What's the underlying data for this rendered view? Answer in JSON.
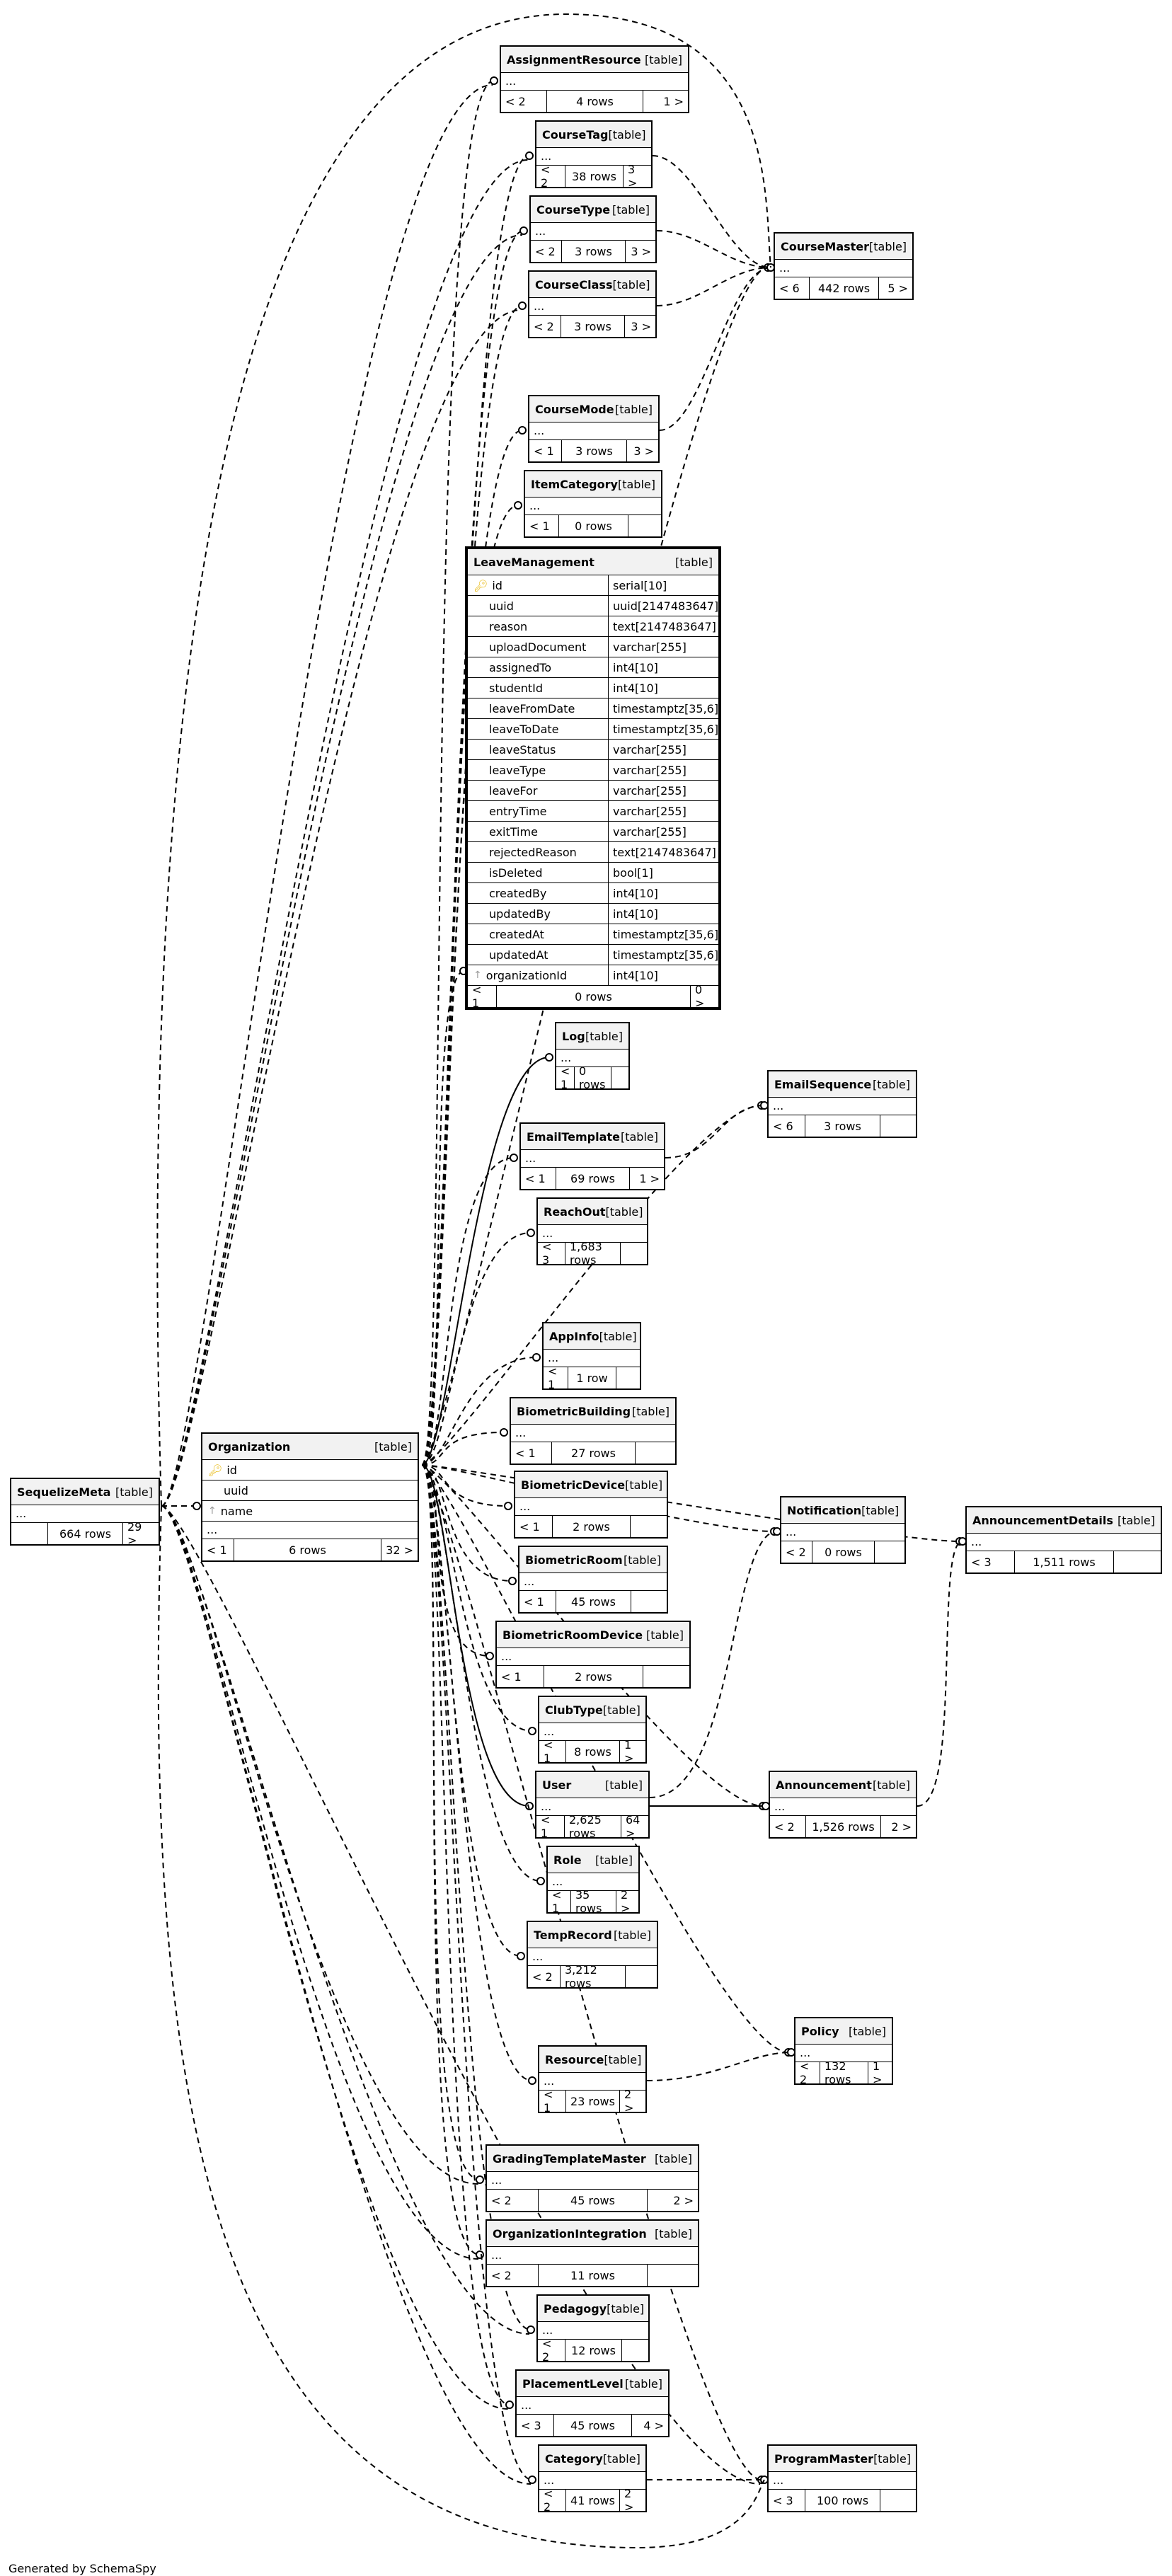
{
  "footer_text": "Generated by SchemaSpy",
  "tables": {
    "AssignmentResource": {
      "name": "AssignmentResource",
      "type": "[table]",
      "dots": "...",
      "left": "< 2",
      "rows": "4 rows",
      "right": "1 >"
    },
    "CourseTag": {
      "name": "CourseTag",
      "type": "[table]",
      "dots": "...",
      "left": "< 2",
      "rows": "38 rows",
      "right": "3 >"
    },
    "CourseType": {
      "name": "CourseType",
      "type": "[table]",
      "dots": "...",
      "left": "< 2",
      "rows": "3 rows",
      "right": "3 >"
    },
    "CourseClass": {
      "name": "CourseClass",
      "type": "[table]",
      "dots": "...",
      "left": "< 2",
      "rows": "3 rows",
      "right": "3 >"
    },
    "CourseMaster": {
      "name": "CourseMaster",
      "type": "[table]",
      "dots": "...",
      "left": "< 6",
      "rows": "442 rows",
      "right": "5 >"
    },
    "CourseMode": {
      "name": "CourseMode",
      "type": "[table]",
      "dots": "...",
      "left": "< 1",
      "rows": "3 rows",
      "right": "3 >"
    },
    "ItemCategory": {
      "name": "ItemCategory",
      "type": "[table]",
      "dots": "...",
      "left": "< 1",
      "rows": "0 rows",
      "right": ""
    },
    "Log": {
      "name": "Log",
      "type": "[table]",
      "dots": "...",
      "left": "< 1",
      "rows": "0 rows",
      "right": ""
    },
    "EmailSequence": {
      "name": "EmailSequence",
      "type": "[table]",
      "dots": "...",
      "left": "< 6",
      "rows": "3 rows",
      "right": ""
    },
    "EmailTemplate": {
      "name": "EmailTemplate",
      "type": "[table]",
      "dots": "...",
      "left": "< 1",
      "rows": "69 rows",
      "right": "1 >"
    },
    "ReachOut": {
      "name": "ReachOut",
      "type": "[table]",
      "dots": "...",
      "left": "< 3",
      "rows": "1,683 rows",
      "right": ""
    },
    "AppInfo": {
      "name": "AppInfo",
      "type": "[table]",
      "dots": "...",
      "left": "< 1",
      "rows": "1 row",
      "right": ""
    },
    "BiometricBuilding": {
      "name": "BiometricBuilding",
      "type": "[table]",
      "dots": "...",
      "left": "< 1",
      "rows": "27 rows",
      "right": ""
    },
    "BiometricDevice": {
      "name": "BiometricDevice",
      "type": "[table]",
      "dots": "...",
      "left": "< 1",
      "rows": "2 rows",
      "right": ""
    },
    "BiometricRoom": {
      "name": "BiometricRoom",
      "type": "[table]",
      "dots": "...",
      "left": "< 1",
      "rows": "45 rows",
      "right": ""
    },
    "BiometricRoomDevice": {
      "name": "BiometricRoomDevice",
      "type": "[table]",
      "dots": "...",
      "left": "< 1",
      "rows": "2 rows",
      "right": ""
    },
    "ClubType": {
      "name": "ClubType",
      "type": "[table]",
      "dots": "...",
      "left": "< 1",
      "rows": "8 rows",
      "right": "1 >"
    },
    "User": {
      "name": "User",
      "type": "[table]",
      "dots": "...",
      "left": "< 1",
      "rows": "2,625 rows",
      "right": "64 >"
    },
    "Role": {
      "name": "Role",
      "type": "[table]",
      "dots": "...",
      "left": "< 1",
      "rows": "35 rows",
      "right": "2 >"
    },
    "TempRecord": {
      "name": "TempRecord",
      "type": "[table]",
      "dots": "...",
      "left": "< 2",
      "rows": "3,212 rows",
      "right": ""
    },
    "Resource": {
      "name": "Resource",
      "type": "[table]",
      "dots": "...",
      "left": "< 1",
      "rows": "23 rows",
      "right": "2 >"
    },
    "Policy": {
      "name": "Policy",
      "type": "[table]",
      "dots": "...",
      "left": "< 2",
      "rows": "132 rows",
      "right": "1 >"
    },
    "GradingTemplateMaster": {
      "name": "GradingTemplateMaster",
      "type": "[table]",
      "dots": "...",
      "left": "< 2",
      "rows": "45 rows",
      "right": "2 >"
    },
    "OrganizationIntegration": {
      "name": "OrganizationIntegration",
      "type": "[table]",
      "dots": "...",
      "left": "< 2",
      "rows": "11 rows",
      "right": ""
    },
    "Pedagogy": {
      "name": "Pedagogy",
      "type": "[table]",
      "dots": "...",
      "left": "< 2",
      "rows": "12 rows",
      "right": ""
    },
    "PlacementLevel": {
      "name": "PlacementLevel",
      "type": "[table]",
      "dots": "...",
      "left": "< 3",
      "rows": "45 rows",
      "right": "4 >"
    },
    "Category": {
      "name": "Category",
      "type": "[table]",
      "dots": "...",
      "left": "< 2",
      "rows": "41 rows",
      "right": "2 >"
    },
    "ProgramMaster": {
      "name": "ProgramMaster",
      "type": "[table]",
      "dots": "...",
      "left": "< 3",
      "rows": "100 rows",
      "right": ""
    },
    "Notification": {
      "name": "Notification",
      "type": "[table]",
      "dots": "...",
      "left": "< 2",
      "rows": "0 rows",
      "right": ""
    },
    "Announcement": {
      "name": "Announcement",
      "type": "[table]",
      "dots": "...",
      "left": "< 2",
      "rows": "1,526 rows",
      "right": "2 >"
    },
    "AnnouncementDetails": {
      "name": "AnnouncementDetails",
      "type": "[table]",
      "dots": "...",
      "left": "< 3",
      "rows": "1,511 rows",
      "right": ""
    },
    "SequelizeMeta": {
      "name": "SequelizeMeta",
      "type": "[table]",
      "dots": "...",
      "left": "",
      "rows": "664 rows",
      "right": "29 >"
    }
  },
  "organization": {
    "name": "Organization",
    "type": "[table]",
    "columns": [
      "id",
      "uuid",
      "name"
    ],
    "dots": "...",
    "left": "< 1",
    "rows": "6 rows",
    "right": "32 >"
  },
  "leave": {
    "name": "LeaveManagement",
    "type": "[table]",
    "columns": [
      {
        "n": "id",
        "t": "serial[10]"
      },
      {
        "n": "uuid",
        "t": "uuid[2147483647]"
      },
      {
        "n": "reason",
        "t": "text[2147483647]"
      },
      {
        "n": "uploadDocument",
        "t": "varchar[255]"
      },
      {
        "n": "assignedTo",
        "t": "int4[10]"
      },
      {
        "n": "studentId",
        "t": "int4[10]"
      },
      {
        "n": "leaveFromDate",
        "t": "timestamptz[35,6]"
      },
      {
        "n": "leaveToDate",
        "t": "timestamptz[35,6]"
      },
      {
        "n": "leaveStatus",
        "t": "varchar[255]"
      },
      {
        "n": "leaveType",
        "t": "varchar[255]"
      },
      {
        "n": "leaveFor",
        "t": "varchar[255]"
      },
      {
        "n": "entryTime",
        "t": "varchar[255]"
      },
      {
        "n": "exitTime",
        "t": "varchar[255]"
      },
      {
        "n": "rejectedReason",
        "t": "text[2147483647]"
      },
      {
        "n": "isDeleted",
        "t": "bool[1]"
      },
      {
        "n": "createdBy",
        "t": "int4[10]"
      },
      {
        "n": "updatedBy",
        "t": "int4[10]"
      },
      {
        "n": "createdAt",
        "t": "timestamptz[35,6]"
      },
      {
        "n": "updatedAt",
        "t": "timestamptz[35,6]"
      },
      {
        "n": "organizationId",
        "t": "int4[10]"
      }
    ],
    "left": "< 1",
    "rows": "0 rows",
    "right": "0 >"
  }
}
